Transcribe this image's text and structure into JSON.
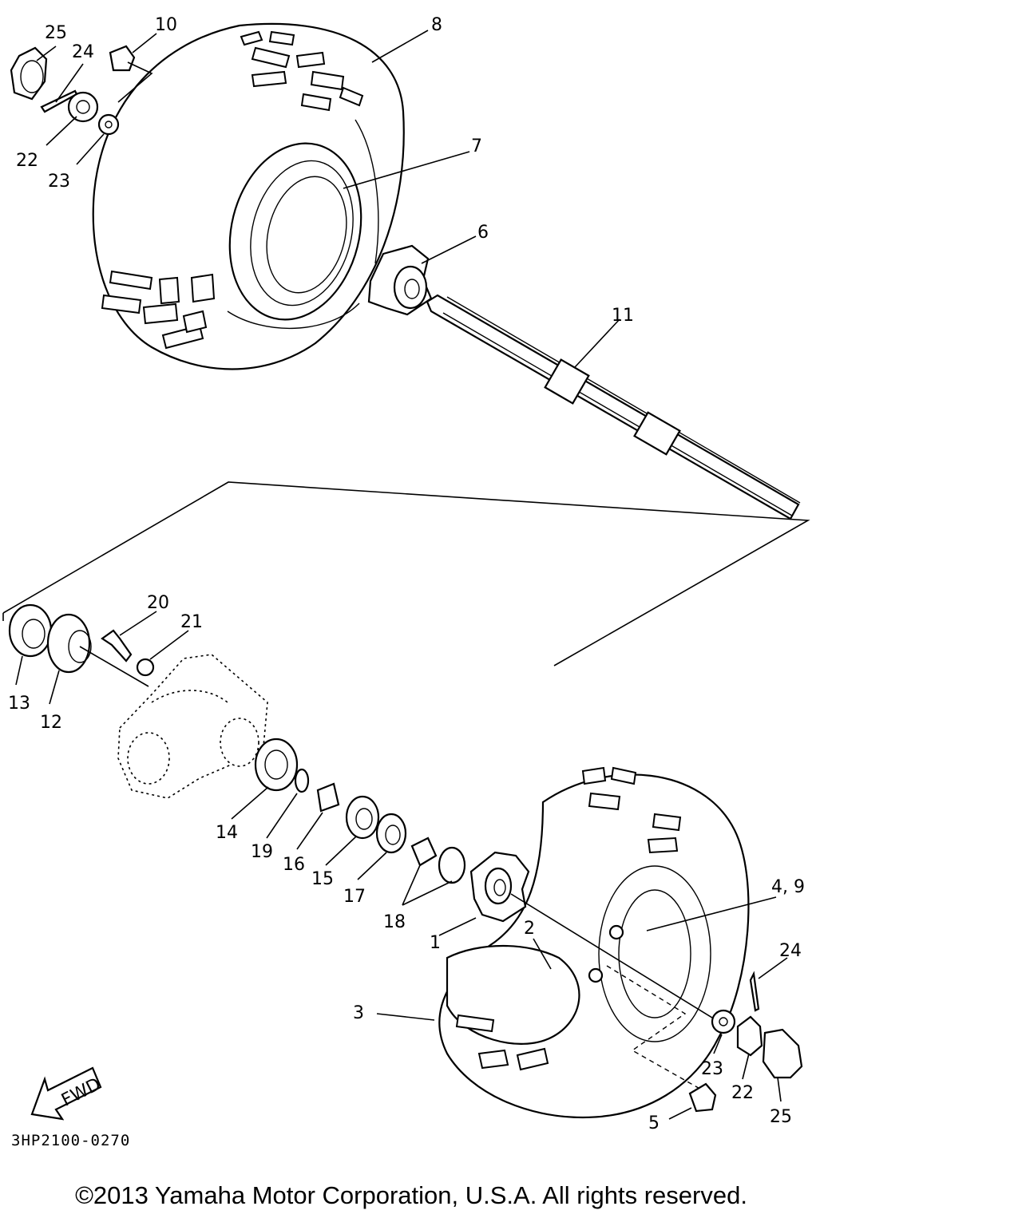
{
  "diagram": {
    "drawing_code": "3HP2100-0270",
    "direction_label": "FWD",
    "copyright": "©2013 Yamaha Motor Corporation, U.S.A. All rights reserved.",
    "parts": [
      {
        "id": "25",
        "label": "25",
        "part": "axle-nut-cap"
      },
      {
        "id": "24",
        "label": "24",
        "part": "cotter-pin"
      },
      {
        "id": "10",
        "label": "10",
        "part": "wheel-nut"
      },
      {
        "id": "8",
        "label": "8",
        "part": "tire"
      },
      {
        "id": "22",
        "label": "22",
        "part": "axle-nut"
      },
      {
        "id": "23",
        "label": "23",
        "part": "washer"
      },
      {
        "id": "7",
        "label": "7",
        "part": "wheel-rim"
      },
      {
        "id": "6",
        "label": "6",
        "part": "wheel-hub"
      },
      {
        "id": "11",
        "label": "11",
        "part": "rear-axle"
      },
      {
        "id": "20",
        "label": "20",
        "part": "bolt"
      },
      {
        "id": "21",
        "label": "21",
        "part": "washer"
      },
      {
        "id": "13",
        "label": "13",
        "part": "oil-seal"
      },
      {
        "id": "12",
        "label": "12",
        "part": "bearing"
      },
      {
        "id": "14",
        "label": "14",
        "part": "bearing"
      },
      {
        "id": "19",
        "label": "19",
        "part": "circlip"
      },
      {
        "id": "16",
        "label": "16",
        "part": "spacer"
      },
      {
        "id": "15",
        "label": "15",
        "part": "oil-seal"
      },
      {
        "id": "17",
        "label": "17",
        "part": "washer"
      },
      {
        "id": "18",
        "label": "18",
        "part": "collar"
      },
      {
        "id": "1",
        "label": "1",
        "part": "wheel-hub"
      },
      {
        "id": "2",
        "label": "2",
        "part": "wheel-rim"
      },
      {
        "id": "4_9",
        "label": "4, 9",
        "part": "stud-bolt"
      },
      {
        "id": "3",
        "label": "3",
        "part": "tire"
      },
      {
        "id": "5",
        "label": "5",
        "part": "wheel-nut"
      },
      {
        "id": "24b",
        "label": "24",
        "part": "cotter-pin"
      },
      {
        "id": "23b",
        "label": "23",
        "part": "washer"
      },
      {
        "id": "22b",
        "label": "22",
        "part": "axle-nut"
      },
      {
        "id": "25b",
        "label": "25",
        "part": "axle-nut-cap"
      }
    ]
  }
}
